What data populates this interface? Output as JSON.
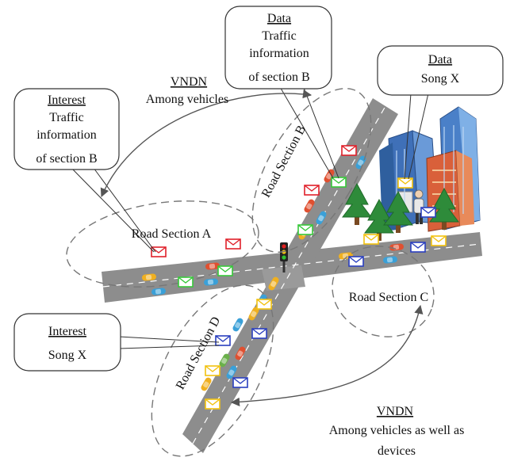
{
  "callouts": {
    "data_b": {
      "title": "Data",
      "lines": [
        "Traffic",
        "information",
        "of section B"
      ]
    },
    "data_song": {
      "title": "Data",
      "lines": [
        "Song X"
      ]
    },
    "interest_b": {
      "title": "Interest",
      "lines": [
        "Traffic",
        "information",
        "of section B"
      ]
    },
    "interest_song": {
      "title": "Interest",
      "lines": [
        "Song X"
      ]
    }
  },
  "labels": {
    "vndn_top_title": "VNDN",
    "vndn_top_sub": "Among vehicles",
    "vndn_bottom_title": "VNDN",
    "vndn_bottom_sub1": "Among vehicles as well as",
    "vndn_bottom_sub2": "devices"
  },
  "sections": {
    "a": "Road Section A",
    "b": "Road Section B",
    "c": "Road Section C",
    "d": "Road Section D"
  },
  "colors": {
    "road": "#8d8d8d",
    "envelope_interest": "#e0202a",
    "envelope_data_b": "#37c83a",
    "envelope_song_interest": "#2a3fbf",
    "envelope_song_data": "#f2c20f",
    "tree": "#2e8b3a",
    "building": "#4a80c8"
  }
}
